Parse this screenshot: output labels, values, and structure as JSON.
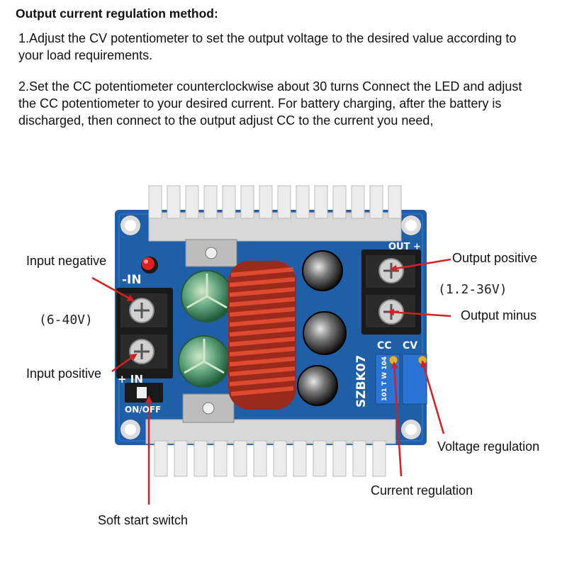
{
  "heading": "Output current regulation method:",
  "steps": [
    "1.Adjust the CV potentiometer to set the output voltage to the desired value according to your load requirements.",
    "2.Set the CC potentiometer counterclockwise about 30 turns Connect the LED and adjust the CC potentiometer to your desired current. For battery charging, after the battery is discharged, then connect to the output adjust CC to the current you need,"
  ],
  "callouts": {
    "input_negative": "Input negative",
    "input_positive": "Input positive",
    "input_range": "(6-40V)",
    "output_positive": "Output positive",
    "output_minus": "Output minus",
    "output_range": "(1.2-36V)",
    "voltage_regulation": "Voltage regulation",
    "current_regulation": "Current regulation",
    "soft_start_switch": "Soft start switch"
  },
  "board_silkscreen": {
    "in_minus": "-IN",
    "in_plus": "+ IN",
    "out": "OUT +",
    "cc": "CC",
    "cv": "CV",
    "model": "SZBK07",
    "on_off": "ON/OFF",
    "pot_code": "101 T W 104"
  },
  "colors": {
    "pcb": "#1f5fa8",
    "arrow": "#d42020",
    "heatsink": "#e6e6e6",
    "coil": "#c0301c",
    "trimpot": "#2a74d6"
  }
}
